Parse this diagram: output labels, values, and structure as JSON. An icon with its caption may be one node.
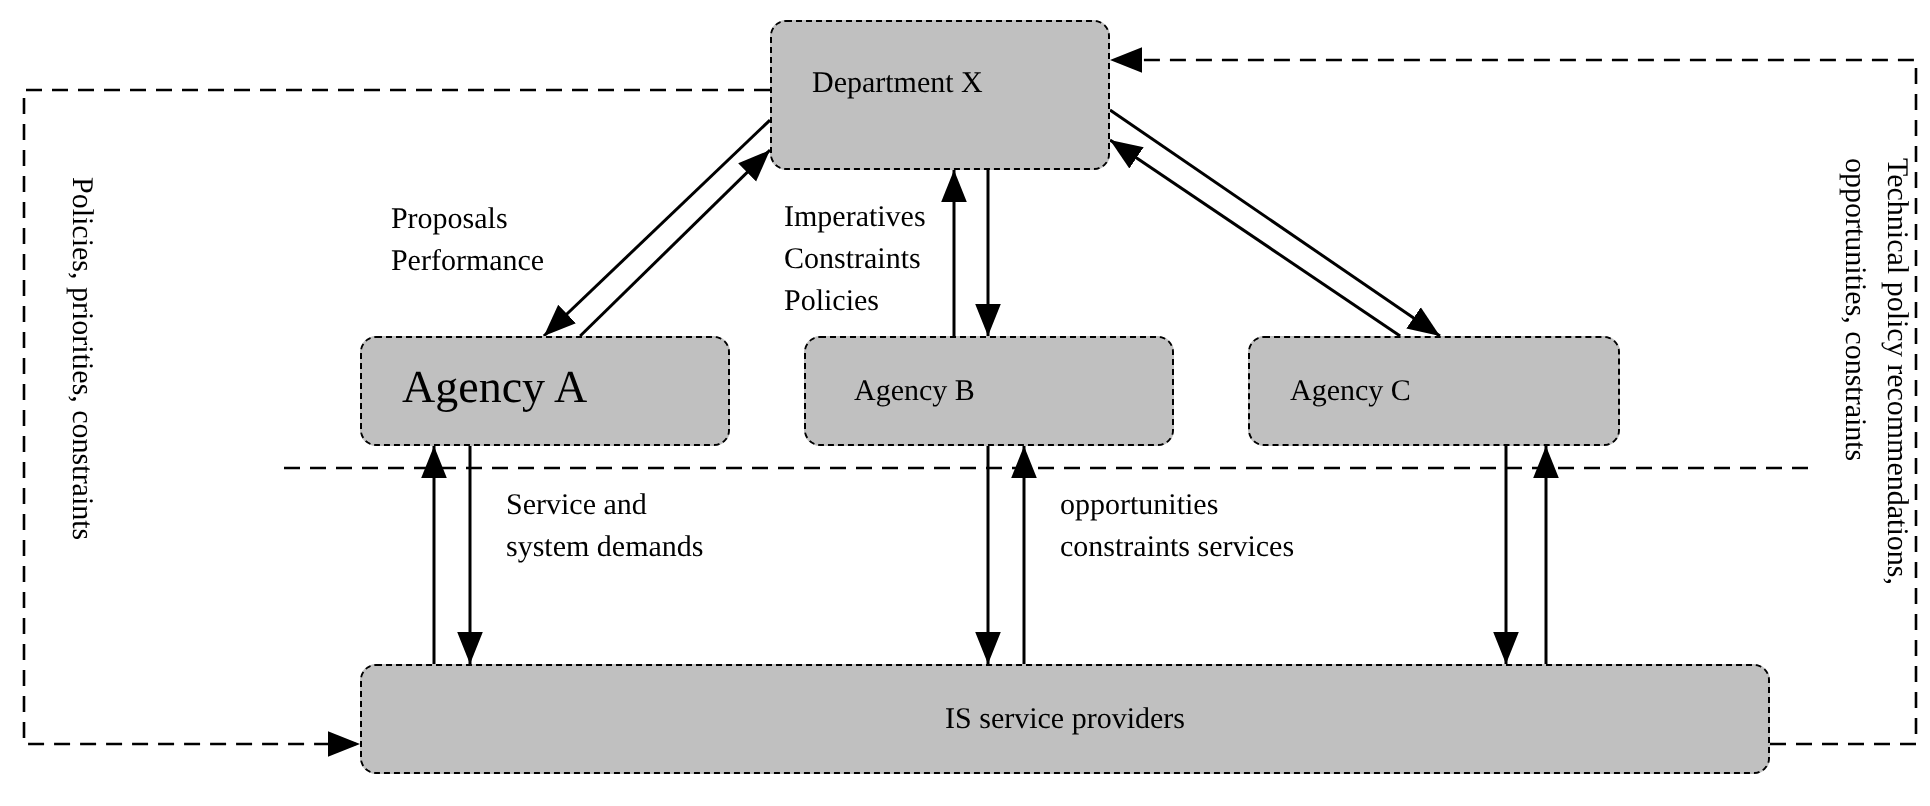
{
  "diagram": {
    "nodes": [
      {
        "text": [
          "Department X"
        ]
      },
      {
        "text": [
          "Agency A"
        ]
      },
      {
        "text": [
          "Agency B"
        ]
      },
      {
        "text": [
          "Agency C"
        ]
      },
      {
        "text": [
          "IS service providers"
        ]
      }
    ],
    "edges": [
      {
        "from": 0,
        "to": 4,
        "arrow": "to",
        "style": "dashed",
        "label": "Policies, priorities, constraints"
      },
      {
        "from": 4,
        "to": 0,
        "arrow": "to",
        "style": "dashed",
        "label": "Technical policy recommendations, opportunities, constraints"
      },
      {
        "from": 1,
        "to": 0,
        "arrow": "to"
      },
      {
        "from": 0,
        "to": 1,
        "arrow": "to",
        "label": "Proposals Performance"
      },
      {
        "from": 2,
        "to": 0,
        "arrow": "to",
        "label": "Imperatives Constraints Policies"
      },
      {
        "from": 0,
        "to": 2,
        "arrow": "to"
      },
      {
        "from": 3,
        "to": 0,
        "arrow": "to"
      },
      {
        "from": 0,
        "to": 3,
        "arrow": "to"
      },
      {
        "from": 4,
        "to": 1,
        "arrow": "to"
      },
      {
        "from": 1,
        "to": 4,
        "arrow": "to",
        "label": "Service and system demands"
      },
      {
        "from": 2,
        "to": 4,
        "arrow": "to"
      },
      {
        "from": 4,
        "to": 2,
        "arrow": "to",
        "label": "opportunities constraints services"
      },
      {
        "from": 3,
        "to": 4,
        "arrow": "to"
      },
      {
        "from": 4,
        "to": 3,
        "arrow": "to"
      }
    ]
  }
}
